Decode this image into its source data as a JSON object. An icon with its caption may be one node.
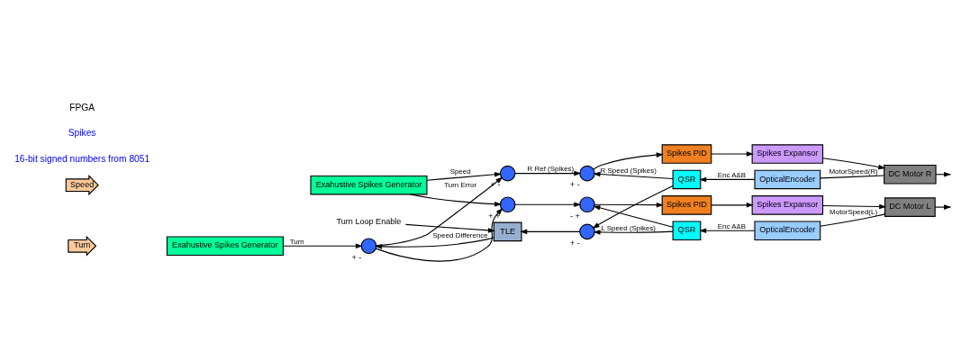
{
  "diagram": {
    "nodes": [
      {
        "text": [
          "Speed"
        ]
      },
      {
        "text": [
          "Turn"
        ]
      },
      {
        "text": [
          "Exahustive Spikes Generator"
        ]
      },
      {
        "text": [
          "Exahustive Spikes Generator"
        ]
      },
      {
        "text": [],
        "shape": "circle",
        "beside": [
          "+",
          "-"
        ]
      },
      {
        "text": [],
        "shape": "circle",
        "beside": [
          "+",
          "-"
        ]
      },
      {
        "text": [
          "Spikes PID"
        ]
      },
      {
        "text": [
          "Spikes Expansor"
        ]
      },
      {
        "text": [
          "DC Motor R"
        ]
      },
      {
        "text": [
          "QSR"
        ]
      },
      {
        "text": [
          "OpticalEncoder"
        ]
      },
      {
        "text": [],
        "shape": "circle",
        "beside": [
          "+",
          "-"
        ]
      },
      {
        "text": [
          "TLE"
        ]
      },
      {
        "text": [],
        "shape": "circle",
        "beside": [
          "+",
          "-"
        ]
      },
      {
        "text": [
          "Turn Loop Enable"
        ]
      },
      {
        "text": [
          "QSR"
        ]
      },
      {
        "text": [
          "OpticalEncoder"
        ]
      },
      {
        "text": [],
        "shape": "circle",
        "beside": [
          "+",
          "+"
        ]
      },
      {
        "text": [],
        "shape": "circle",
        "beside": [
          "-",
          "+"
        ]
      },
      {
        "text": [
          "Spikes PID"
        ]
      },
      {
        "text": [
          "Spikes Expansor"
        ]
      },
      {
        "text": [
          "DC Motor L"
        ]
      }
    ],
    "edges": [
      {
        "from": 2,
        "to": 4,
        "arrow": "to",
        "label": "Speed"
      },
      {
        "from": 2,
        "to": 17,
        "arrow": "to"
      },
      {
        "from": 3,
        "to": 11,
        "arrow": "to",
        "label": "Turn"
      },
      {
        "from": 4,
        "to": 5,
        "arrow": "to",
        "label": "R Ref (Spikes)"
      },
      {
        "from": 5,
        "to": 6,
        "arrow": "to"
      },
      {
        "from": 6,
        "to": 7,
        "arrow": "to"
      },
      {
        "from": 7,
        "to": 8,
        "arrow": "to"
      },
      {
        "from": 8,
        "to": null,
        "arrow": "to"
      },
      {
        "from": 8,
        "to": 10,
        "arrow": "none",
        "label": "MotorSpeed(R)"
      },
      {
        "from": 10,
        "to": 9,
        "arrow": "to",
        "label": "Enc A&B"
      },
      {
        "from": 9,
        "to": 5,
        "arrow": "to",
        "label": "R Speed (Spikes)"
      },
      {
        "from": 9,
        "to": 13,
        "arrow": "to"
      },
      {
        "from": 11,
        "to": 4,
        "arrow": "to",
        "label": "Turn Error"
      },
      {
        "from": 11,
        "to": 17,
        "arrow": "to"
      },
      {
        "from": 12,
        "to": 11,
        "arrow": "to",
        "label": "Speed Difference"
      },
      {
        "from": 13,
        "to": 12,
        "arrow": "to"
      },
      {
        "from": 14,
        "to": 12,
        "arrow": "to"
      },
      {
        "from": 15,
        "to": 13,
        "arrow": "to",
        "label": "L Speed (Spikes)"
      },
      {
        "from": 15,
        "to": 18,
        "arrow": "to"
      },
      {
        "from": 16,
        "to": 15,
        "arrow": "to",
        "label": "Enc A&B"
      },
      {
        "from": 17,
        "to": 18,
        "arrow": "to"
      },
      {
        "from": 18,
        "to": 19,
        "arrow": "to"
      },
      {
        "from": 19,
        "to": 20,
        "arrow": "to"
      },
      {
        "from": 20,
        "to": 21,
        "arrow": "to"
      },
      {
        "from": 21,
        "to": null,
        "arrow": "to"
      },
      {
        "from": 21,
        "to": 16,
        "arrow": "none",
        "label": "MotorSpeed(L)"
      }
    ],
    "labels": [
      "16-bit signed numbers from 8051",
      "Spikes",
      "FPGA"
    ]
  }
}
